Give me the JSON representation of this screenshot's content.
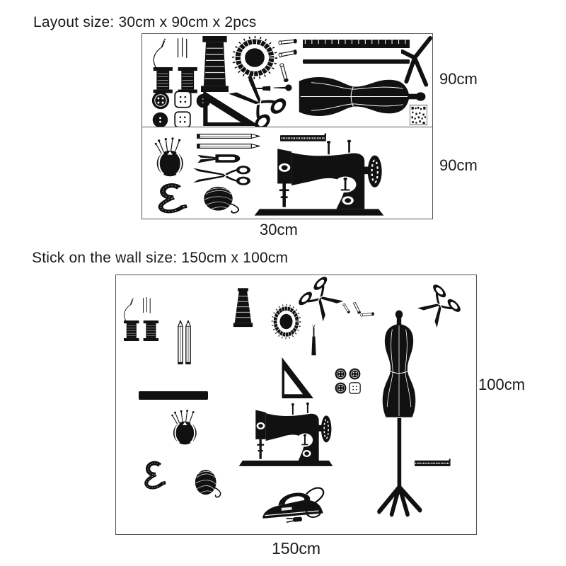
{
  "page": {
    "background": "#ffffff",
    "ink": "#1a1a1a",
    "border": "#555555",
    "silhouette": "#111111"
  },
  "layout_section": {
    "heading": "Layout size: 30cm x 90cm x 2pcs",
    "sheet1_height_label": "90cm",
    "sheet2_height_label": "90cm",
    "width_label": "30cm",
    "sheet1_items": [
      "needle-and-thread-with-spools",
      "large-thread-spool",
      "round-pin-cushion",
      "safety-pin",
      "safety-pin",
      "safety-pin",
      "ruler",
      "trim-strip",
      "seam-ripper",
      "stiletto-awl",
      "button-round",
      "button-square",
      "button-round",
      "button-round",
      "button-square",
      "set-square",
      "scissors",
      "dress-form-on-side",
      "dress-form-stand",
      "qr-code"
    ],
    "sheet2_items": [
      "tomato-pin-cushion",
      "pencil",
      "pencil",
      "thread-snips",
      "scissors",
      "measuring-tape",
      "yarn-ball",
      "zipper",
      "vintage-sewing-machine"
    ]
  },
  "wall_section": {
    "heading": "Stick on the wall size: 150cm x 100cm",
    "height_label": "100cm",
    "width_label": "150cm",
    "items": [
      "needle-and-thread-with-spools",
      "pencil",
      "pencil",
      "thread-cone",
      "round-pin-cushion",
      "scissors",
      "safety-pin",
      "safety-pin",
      "safety-pin",
      "seam-ripper",
      "ruler-strip",
      "set-square",
      "button-round",
      "button-round",
      "button-round",
      "button-square",
      "dress-form-with-stand",
      "scissors",
      "tomato-pin-cushion",
      "measuring-tape",
      "yarn-ball",
      "thread-snips",
      "vintage-sewing-machine",
      "iron-with-cord",
      "zipper"
    ]
  }
}
